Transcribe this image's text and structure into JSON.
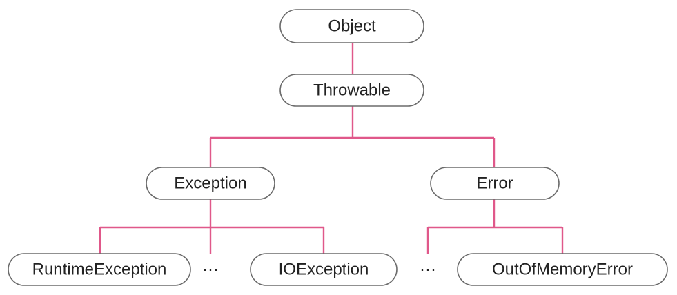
{
  "diagram": {
    "line_color": "#e0588a",
    "nodes": {
      "object": "Object",
      "throwable": "Throwable",
      "exception": "Exception",
      "error": "Error",
      "runtime_exception": "RuntimeException",
      "io_exception": "IOException",
      "out_of_memory_error": "OutOfMemoryError"
    },
    "ellipsis_exception": "···",
    "ellipsis_error": "···"
  }
}
